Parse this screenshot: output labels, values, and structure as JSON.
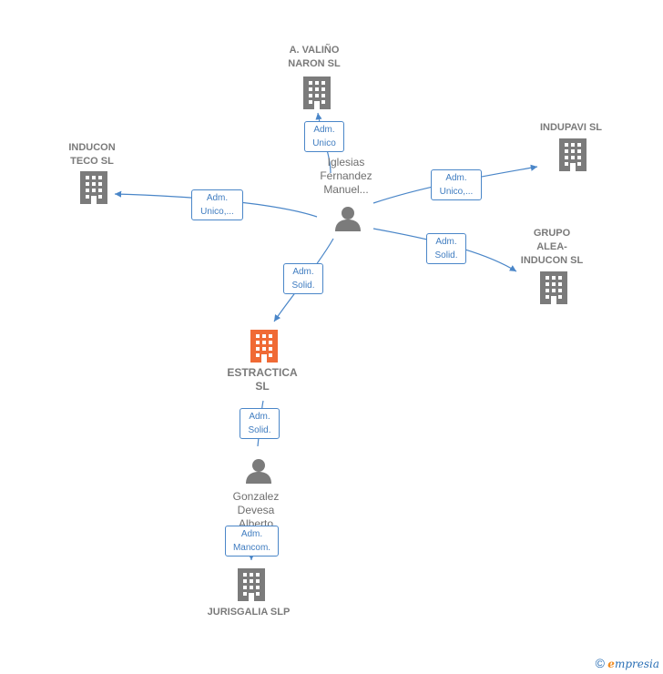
{
  "nodes": {
    "valino": {
      "label": "A.  VALIÑO\nNARON  SL"
    },
    "induconteco": {
      "label": "INDUCON\nTECO SL"
    },
    "indupavi": {
      "label": "INDUPAVI  SL"
    },
    "grupoalea": {
      "label": "GRUPO\nALEA-\nINDUCON  SL"
    },
    "estractica": {
      "label": "ESTRACTICA\nSL"
    },
    "jurisgalia": {
      "label": "JURISGALIA SLP"
    },
    "iglesias": {
      "label": "Iglesias\nFernandez\nManuel..."
    },
    "gonzalez": {
      "label": "Gonzalez\nDevesa\nAlberto"
    }
  },
  "edges": {
    "to_valino": "Adm.\nUnico",
    "to_induconteco": "Adm.\nUnico,...",
    "to_indupavi": "Adm.\nUnico,...",
    "to_grupoalea": "Adm.\nSolid.",
    "to_estractica": "Adm.\nSolid.",
    "gonzalez_estractica": "Adm.\nSolid.",
    "gonzalez_jurisgalia": "Adm.\nMancom."
  },
  "colors": {
    "building": "#7b7b7b",
    "building_main": "#f06a35",
    "person": "#7b7b7b",
    "edge": "#4a86c8"
  },
  "footer": {
    "copyright": "©",
    "brand_e": "e",
    "brand_rest": "mpresia"
  }
}
